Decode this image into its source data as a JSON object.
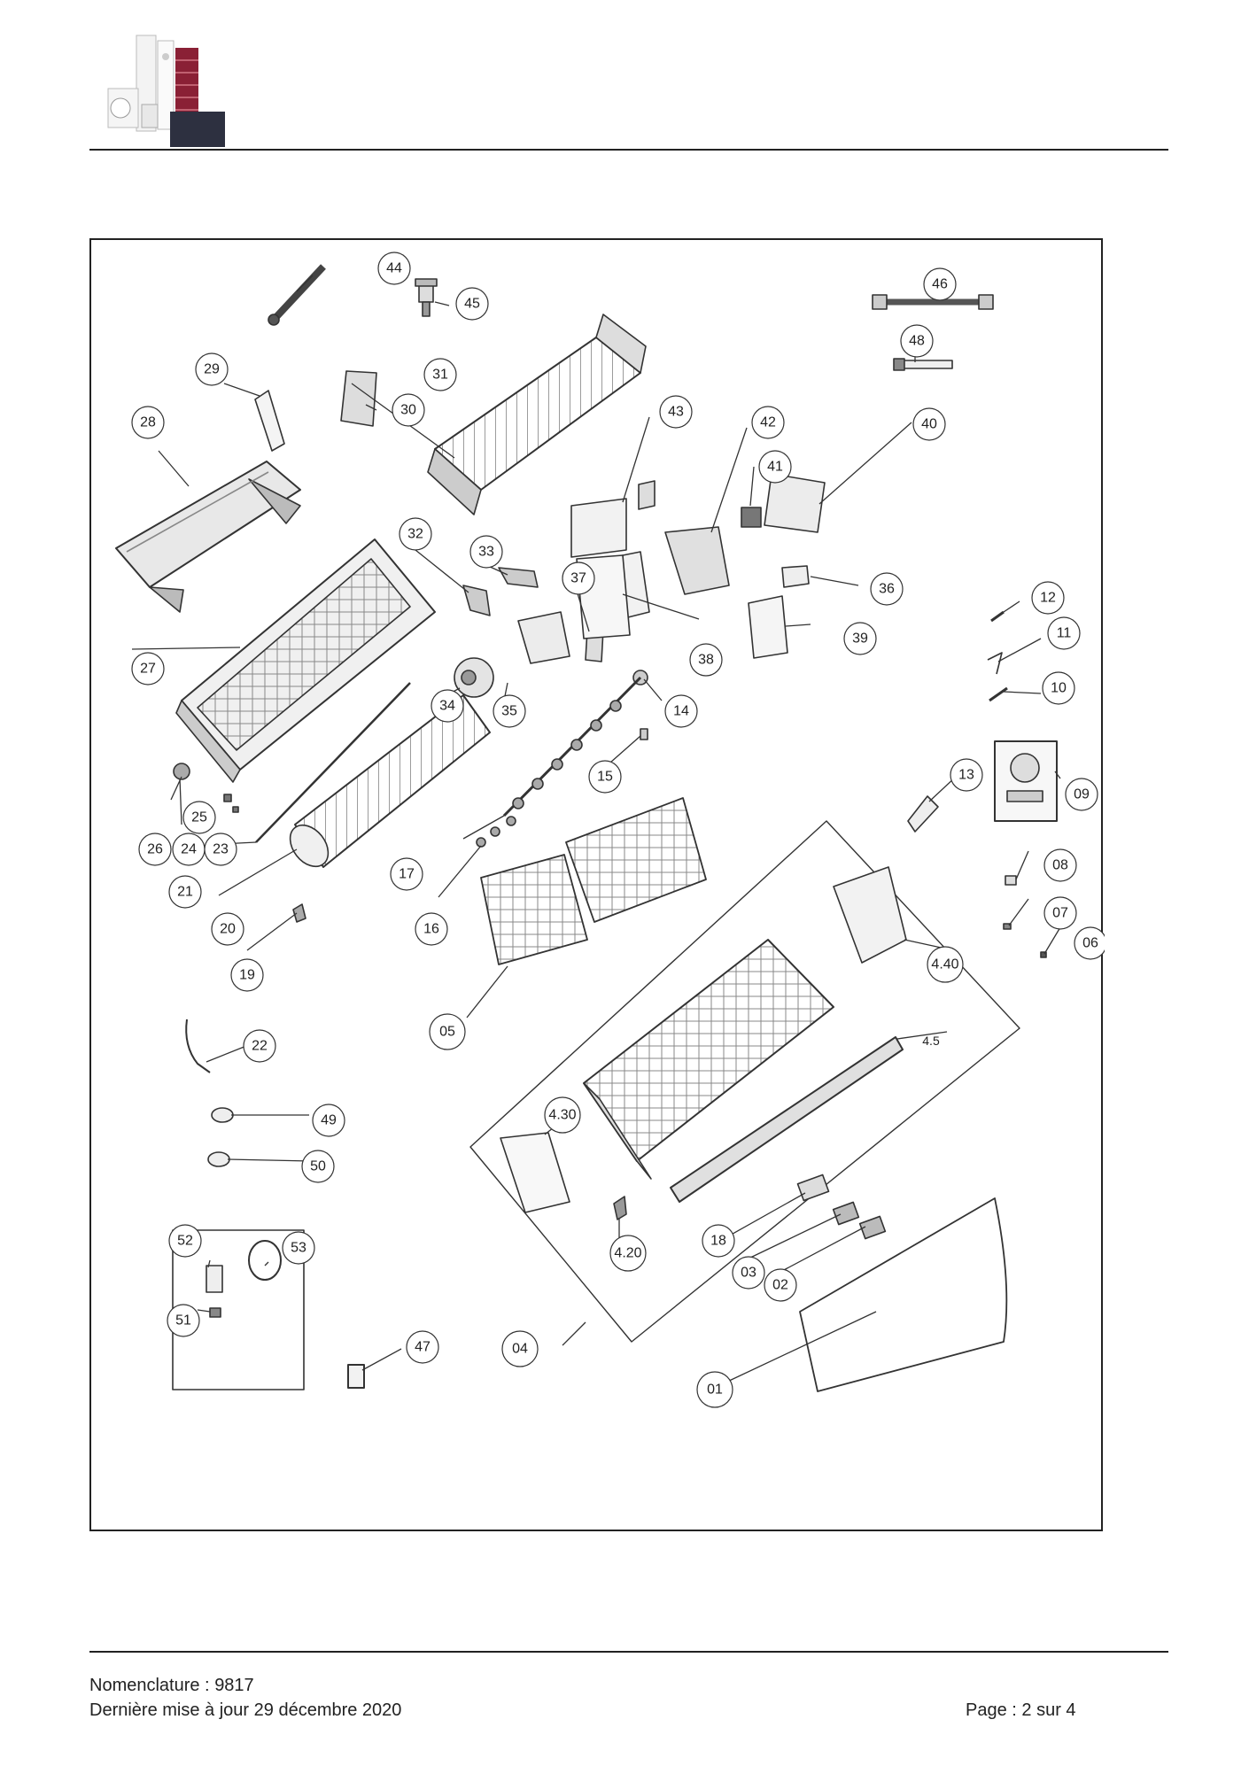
{
  "footer": {
    "nomenclature_label": "Nomenclature :",
    "nomenclature_value": "9817",
    "update_label": "Dernière mise à jour",
    "update_date": "29 décembre 2020",
    "page_label": "Page :",
    "page_value": "2 sur 4"
  },
  "diagram": {
    "callouts": [
      "44",
      "45",
      "46",
      "48",
      "29",
      "31",
      "30",
      "28",
      "43",
      "42",
      "40",
      "41",
      "32",
      "33",
      "37",
      "36",
      "12",
      "27",
      "38",
      "39",
      "11",
      "34",
      "35",
      "14",
      "10",
      "15",
      "13",
      "09",
      "25",
      "26",
      "24",
      "23",
      "17",
      "21",
      "08",
      "20",
      "16",
      "07",
      "06",
      "4.40",
      "19",
      "05",
      "22",
      "4.5",
      "4.30",
      "49",
      "50",
      "52",
      "53",
      "4.20",
      "18",
      "03",
      "02",
      "51",
      "47",
      "04",
      "01"
    ]
  }
}
